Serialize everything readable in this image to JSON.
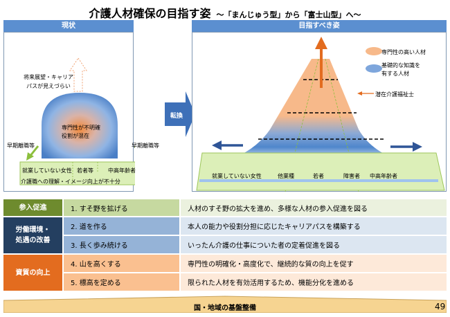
{
  "title": {
    "main": "介護人材確保の目指す姿",
    "sub": "～「まんじゅう型」から「富士山型」へ～"
  },
  "left_panel": {
    "header": "現状",
    "career_note_line1": "将来展望・キャリア",
    "career_note_line2": "パスが見えづらい",
    "dome_line1": "専門性が不明確",
    "dome_line2": "役割が混在",
    "early_leave_left": "早期離職等",
    "early_leave_right": "早期離職等",
    "groups": [
      "就業していない女性",
      "若者等",
      "中高年齢者"
    ],
    "base_note": "介護職への理解・イメージ向上が不十分"
  },
  "transition": {
    "label": "転換"
  },
  "right_panel": {
    "header": "目指すべき姿",
    "legend": [
      {
        "label": "専門性の高い人材",
        "color": "#f7b98a"
      },
      {
        "label_line1": "基礎的な知識を",
        "label_line2": "有する人材",
        "color": "#7ea6dc"
      }
    ],
    "potential_label": "潜在介護福祉士",
    "groups": [
      "就業していない女性",
      "他業種",
      "若者",
      "障害者",
      "中高年齢者"
    ]
  },
  "table": {
    "rows": [
      {
        "category": "参入促進",
        "step": "1. すそ野を拡げる",
        "desc": "人材のすそ野の拡大を進め、多様な人材の参入促進を図る"
      },
      {
        "category_line1": "労働環境・",
        "category_line2": "処遇の改善",
        "step": "2. 道を作る",
        "desc": "本人の能力や役割分担に応じたキャリアパスを構築する"
      },
      {
        "step": "3. 長く歩み続ける",
        "desc": "いったん介護の仕事についた者の定着促進を図る"
      },
      {
        "category": "資質の向上",
        "step": "4. 山を高くする",
        "desc": "専門性の明確化・高度化で、継続的な質の向上を促す"
      },
      {
        "step": "5. 標高を定める",
        "desc": "限られた人材を有効活用するため、機能分化を進める"
      }
    ]
  },
  "foundation": {
    "label": "国・地域の基盤整備"
  },
  "page_number": "49",
  "colors": {
    "header_blue": "#5b8fd0",
    "green_dark": "#6e8b2e",
    "navy": "#243f60",
    "orange": "#e36c1f"
  }
}
